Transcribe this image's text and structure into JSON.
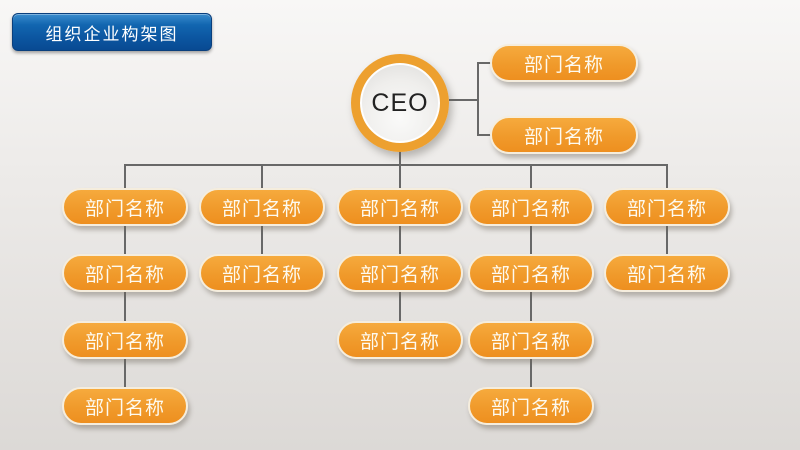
{
  "page": {
    "title": "组织企业构架图"
  },
  "diagram": {
    "type": "org-chart",
    "root": {
      "label": "CEO"
    },
    "root_side_nodes": [
      {
        "label": "部门名称"
      },
      {
        "label": "部门名称"
      }
    ],
    "columns": [
      {
        "nodes": [
          "部门名称",
          "部门名称",
          "部门名称",
          "部门名称"
        ]
      },
      {
        "nodes": [
          "部门名称",
          "部门名称"
        ]
      },
      {
        "nodes": [
          "部门名称",
          "部门名称",
          "部门名称"
        ]
      },
      {
        "nodes": [
          "部门名称",
          "部门名称",
          "部门名称",
          "部门名称"
        ]
      },
      {
        "nodes": [
          "部门名称",
          "部门名称"
        ]
      }
    ],
    "colors": {
      "node_orange": "#f09a2b",
      "node_border_cream": "#f5eddd",
      "node_text": "#fdfaf0",
      "badge_blue": "#0b549f",
      "connector_gray": "#686868",
      "ceo_ring_orange": "#eda02f"
    }
  }
}
